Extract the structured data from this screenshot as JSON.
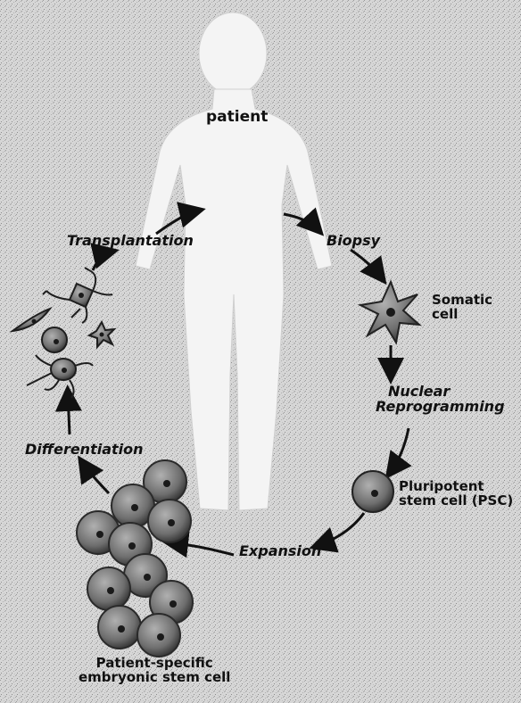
{
  "labels": {
    "patient": "patient",
    "transplantation": "Transplantation",
    "biopsy": "Biopsy",
    "somatic_cell": [
      "Somatic",
      "cell"
    ],
    "nuclear_reprogramming": [
      "Nuclear",
      "Reprogramming"
    ],
    "pluripotent_stem_cell": [
      "Pluripotent",
      "stem cell (PSC)"
    ],
    "expansion": "Expansion",
    "patient_specific": [
      "Patient-specific",
      "embryonic stem cell"
    ],
    "differentiation": "Differentiation"
  },
  "colors": {
    "background": "#d9d9d9",
    "silhouette": "#f4f4f4",
    "cell_fill": "#7a7a7a",
    "nucleus": "#1a1a1a",
    "arrow": "#111111"
  }
}
